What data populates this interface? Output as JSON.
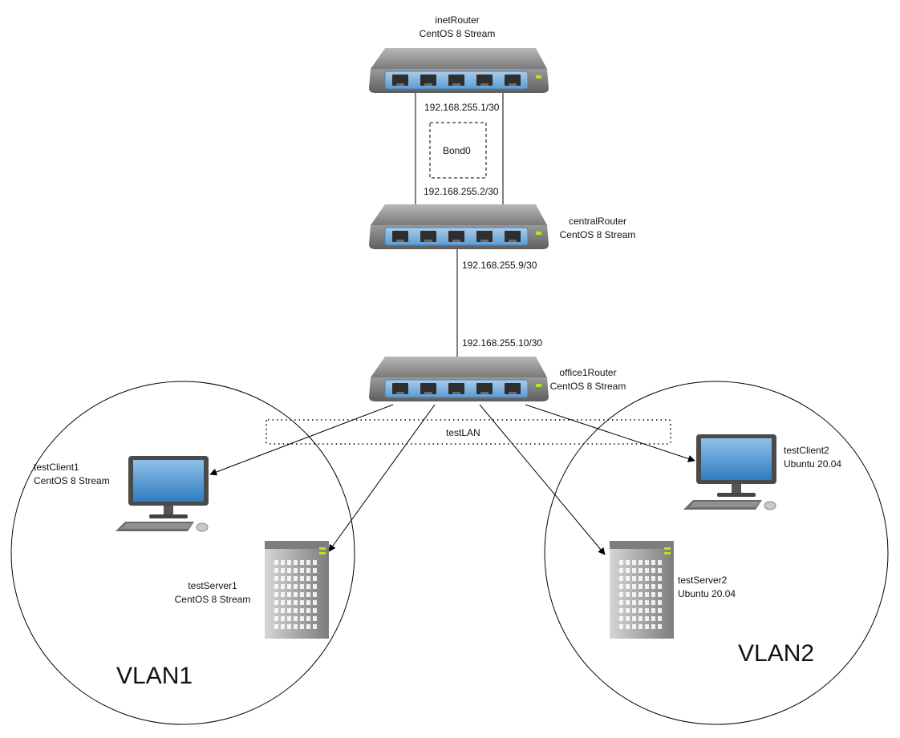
{
  "nodes": {
    "inet_router": {
      "name": "inetRouter",
      "os": "CentOS 8 Stream",
      "ip": "192.168.255.1/30"
    },
    "bond": {
      "label": "Bond0"
    },
    "central_router": {
      "name": "centralRouter",
      "os": "CentOS 8 Stream",
      "ip_up": "192.168.255.2/30",
      "ip_down": "192.168.255.9/30"
    },
    "office1_router": {
      "name": "office1Router",
      "os": "CentOS 8 Stream",
      "ip": "192.168.255.10/30"
    },
    "test_lan": {
      "label": "testLAN"
    },
    "test_client1": {
      "name": "testClient1",
      "os": "CentOS 8 Stream"
    },
    "test_server1": {
      "name": "testServer1",
      "os": "CentOS 8 Stream"
    },
    "test_client2": {
      "name": "testClient2",
      "os": "Ubuntu 20.04"
    },
    "test_server2": {
      "name": "testServer2",
      "os": "Ubuntu 20.04"
    }
  },
  "vlans": {
    "vlan1": "VLAN1",
    "vlan2": "VLAN2"
  },
  "colors": {
    "router_body": "#8a8a8a",
    "router_panel": "#7fb3de",
    "screen_blue": "#3b87c8",
    "led_green": "#b5e61d",
    "server_gray": "#9a9a9a"
  }
}
